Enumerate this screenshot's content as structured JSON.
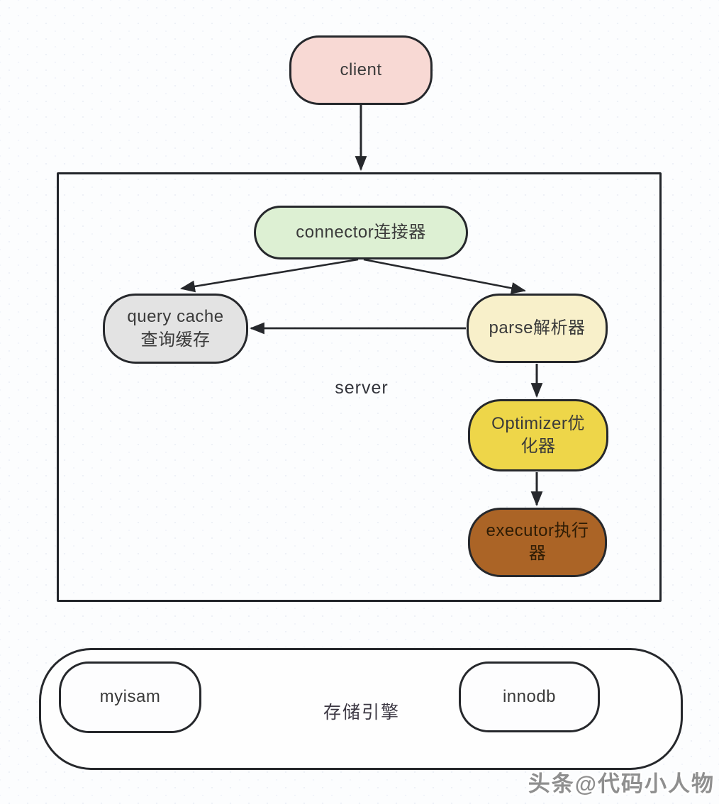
{
  "diagram": {
    "nodes": {
      "client": {
        "label": "client"
      },
      "connector": {
        "label": "connector连接器"
      },
      "query_cache": {
        "label": "query cache\n查询缓存"
      },
      "parse": {
        "label": "parse解析器"
      },
      "optimizer": {
        "label": "Optimizer优\n化器"
      },
      "executor": {
        "label": "executor执行\n器"
      },
      "myisam": {
        "label": "myisam"
      },
      "innodb": {
        "label": "innodb"
      }
    },
    "labels": {
      "server_region": "server",
      "storage_region": "存储引擎"
    },
    "edges": [
      {
        "from": "client",
        "to": "server-frame"
      },
      {
        "from": "connector",
        "to": "query_cache"
      },
      {
        "from": "connector",
        "to": "parse"
      },
      {
        "from": "parse",
        "to": "query_cache"
      },
      {
        "from": "parse",
        "to": "optimizer"
      },
      {
        "from": "optimizer",
        "to": "executor"
      }
    ],
    "colors": {
      "client_fill": "#f8d9d4",
      "connector_fill": "#ddf0d3",
      "query_cache_fill": "#e3e3e3",
      "parse_fill": "#f8f0ca",
      "optimizer_fill": "#eed649",
      "executor_fill": "#ab6426",
      "border": "#26282c",
      "arrow": "#26282c",
      "text": "#3a3a3a"
    },
    "watermark": "头条@代码小人物"
  }
}
